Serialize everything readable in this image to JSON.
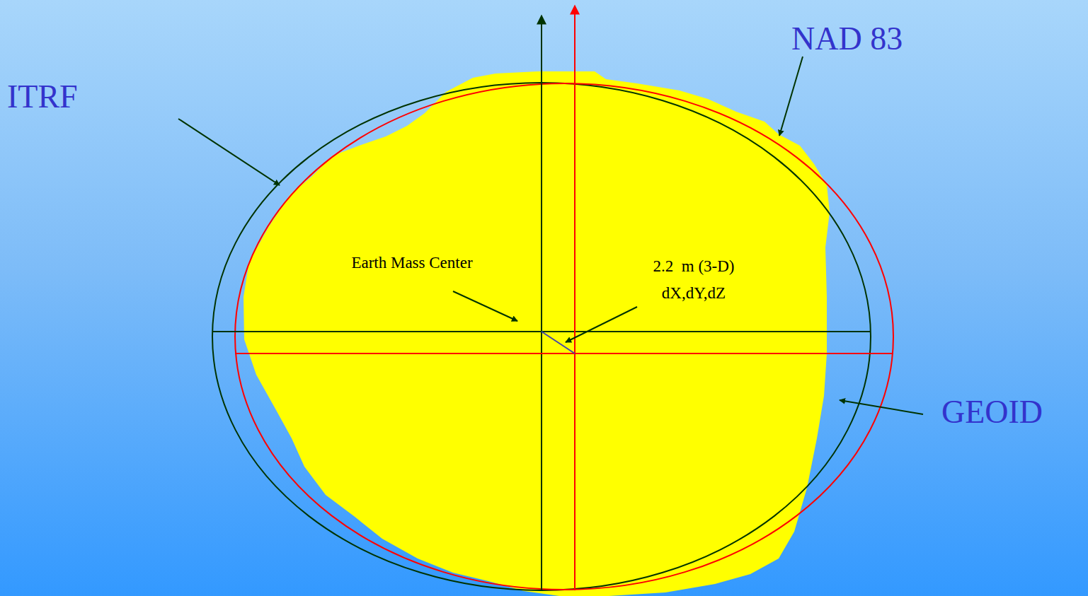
{
  "diagram": {
    "labels": [
      "ITRF",
      "NAD 83",
      "GEOID",
      "Earth Mass Center",
      "2.2  m (3-D)",
      "dX,dY,dZ"
    ]
  }
}
